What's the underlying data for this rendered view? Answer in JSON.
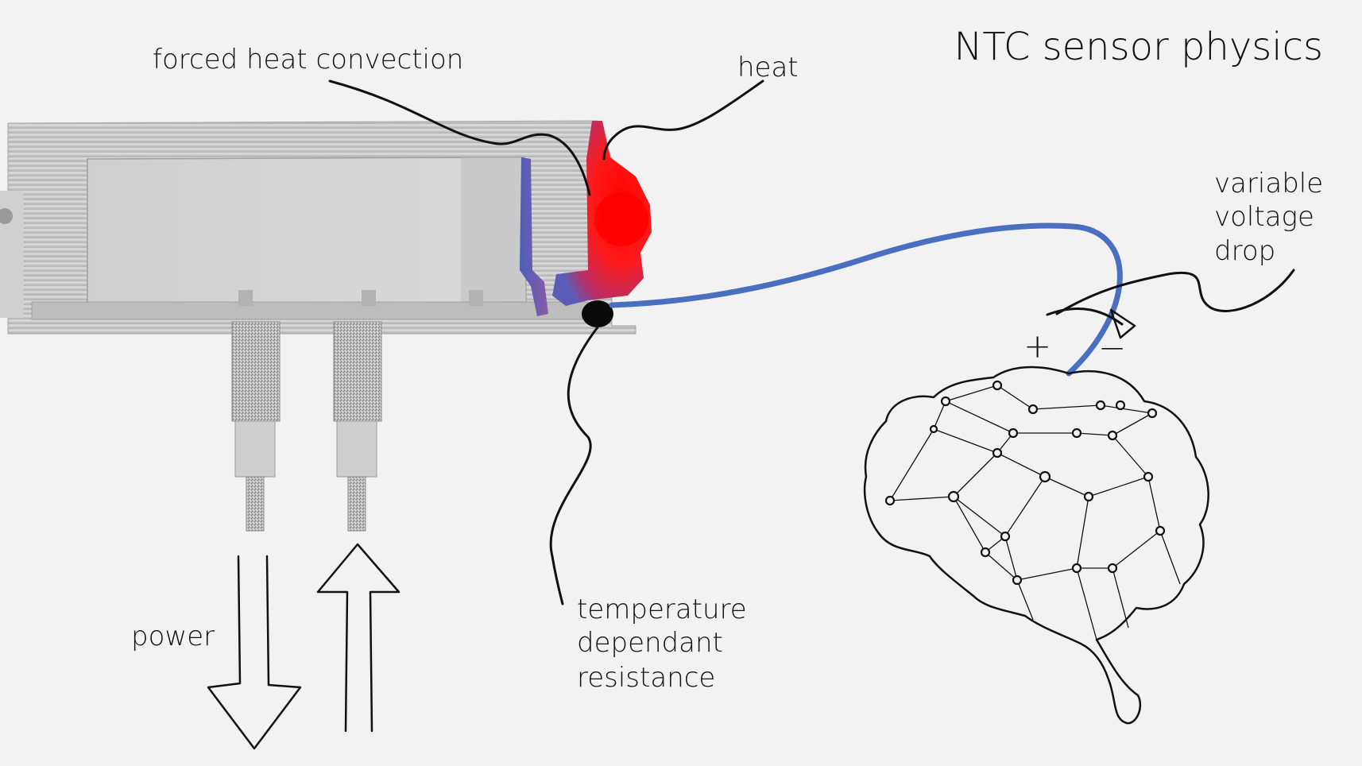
{
  "title": "NTC sensor physics",
  "labels": {
    "forced_convection": "forced heat convection",
    "heat": "heat",
    "voltage_line1": "variable",
    "voltage_line2": "voltage",
    "voltage_line3": "drop",
    "temp_line1": "temperature",
    "temp_line2": "dependant",
    "temp_line3": "resistance",
    "power": "power",
    "plus": "+",
    "minus": "−"
  },
  "colors": {
    "background": "#f2f2f2",
    "heat": "#ff1a1a",
    "cool": "#4a5fb8",
    "wire": "#4a6fc0",
    "ink": "#111111",
    "metal": "#c8c8c8"
  },
  "icons": {
    "heater_block": "heater-block-illustration",
    "brain": "brain-network-icon",
    "sensor": "ntc-sensor-bead-icon"
  }
}
